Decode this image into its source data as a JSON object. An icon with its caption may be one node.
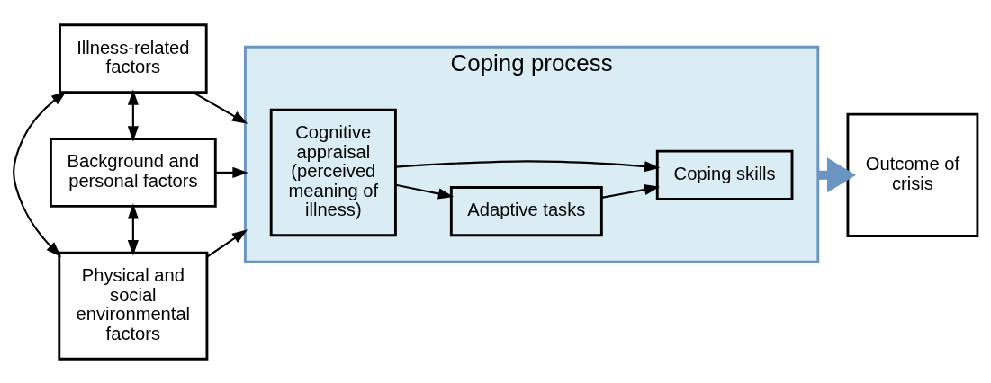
{
  "diagram": {
    "nodes": [
      {
        "text": [
          "Illness-related factors"
        ]
      },
      {
        "text": [
          "Background and personal factors"
        ]
      },
      {
        "text": [
          "Physical and social environmental factors"
        ]
      },
      {
        "text": [
          "Coping process"
        ]
      },
      {
        "text": [
          "Cognitive appraisal (perceived meaning of illness)"
        ],
        "in": 3
      },
      {
        "text": [
          "Adaptive tasks"
        ],
        "in": 3
      },
      {
        "text": [
          "Coping skills"
        ],
        "in": 3
      },
      {
        "text": [
          "Outcome of crisis"
        ]
      }
    ],
    "edges": [
      {
        "from": 0,
        "to": 1,
        "arrow": "both"
      },
      {
        "from": 1,
        "to": 2,
        "arrow": "both"
      },
      {
        "from": 0,
        "to": 2,
        "arrow": "both"
      },
      {
        "from": 0,
        "to": 3,
        "arrow": "to"
      },
      {
        "from": 1,
        "to": 3,
        "arrow": "to"
      },
      {
        "from": 2,
        "to": 3,
        "arrow": "to"
      },
      {
        "from": 4,
        "to": 5,
        "arrow": "to"
      },
      {
        "from": 5,
        "to": 6,
        "arrow": "to"
      },
      {
        "from": 4,
        "to": 6,
        "arrow": "to"
      },
      {
        "from": 3,
        "to": 7,
        "arrow": "to",
        "style": "thick",
        "color": "#6a95c0"
      }
    ]
  }
}
